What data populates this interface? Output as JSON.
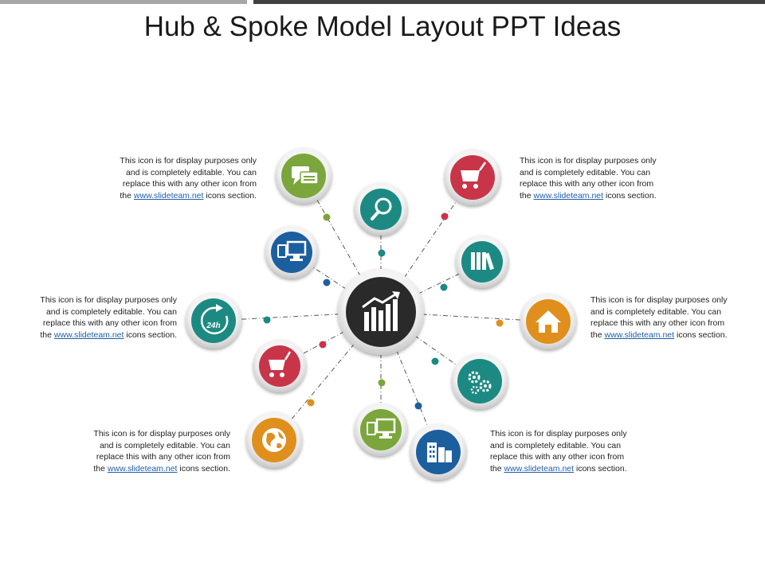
{
  "title": "Hub & Spoke Model Layout PPT Ideas",
  "description": {
    "line1": "This icon is for display purposes only",
    "line2": "and is completely editable. You can",
    "line3": "replace this with any other icon from",
    "the": "the",
    "link": "www.slideteam.net",
    "tail": "icons section."
  },
  "colors": {
    "green": "#7aa63a",
    "teal": "#1a8a82",
    "blue": "#1f5f9e",
    "red": "#c8344a",
    "orange": "#e08f1c",
    "hub": "#2b2b2b"
  },
  "nodes": [
    {
      "name": "chat-node",
      "icon": "chat-icon",
      "color": "green"
    },
    {
      "name": "search-node",
      "icon": "magnifier-icon",
      "color": "teal"
    },
    {
      "name": "cart-node-top",
      "icon": "shopping-cart-icon",
      "color": "red"
    },
    {
      "name": "monitor-node-left",
      "icon": "monitor-icon",
      "color": "blue"
    },
    {
      "name": "books-node",
      "icon": "books-icon",
      "color": "teal"
    },
    {
      "name": "clock-node",
      "icon": "24-hours-icon",
      "color": "teal"
    },
    {
      "name": "home-node",
      "icon": "home-icon",
      "color": "orange"
    },
    {
      "name": "cart-node-left",
      "icon": "shopping-cart-icon",
      "color": "red"
    },
    {
      "name": "gears-node",
      "icon": "gears-icon",
      "color": "teal"
    },
    {
      "name": "globe-node",
      "icon": "globe-icon",
      "color": "orange"
    },
    {
      "name": "monitor-node-bottom",
      "icon": "monitor-icon",
      "color": "green"
    },
    {
      "name": "building-node",
      "icon": "building-icon",
      "color": "blue"
    }
  ],
  "hub": {
    "icon": "growth-chart-icon",
    "color": "hub"
  }
}
